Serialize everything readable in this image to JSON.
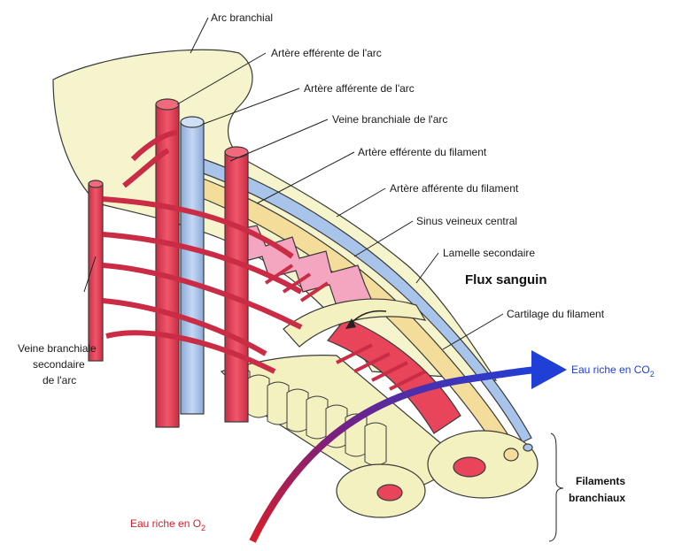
{
  "diagram": {
    "labels": {
      "arc_branchial": "Arc branchial",
      "artere_efferente_arc": "Artère efférente de l'arc",
      "artere_afferente_arc": "Artère afférente de l'arc",
      "veine_branchiale_arc": "Veine branchiale de l'arc",
      "artere_efferente_filament": "Artère efférente du filament",
      "artere_afferente_filament": "Artère afférente du filament",
      "sinus_veineux_central": "Sinus veineux central",
      "lamelle_secondaire": "Lamelle secondaire",
      "flux_sanguin": "Flux sanguin",
      "cartilage_filament": "Cartilage du filament",
      "veine_secondaire_l1": "Veine branchiale",
      "veine_secondaire_l2": "secondaire",
      "veine_secondaire_l3": "de l'arc",
      "eau_co2_prefix": "Eau riche en CO",
      "eau_co2_sub": "2",
      "eau_o2_prefix": "Eau riche en O",
      "eau_o2_sub": "2",
      "filaments_l1": "Filaments",
      "filaments_l2": "branchiaux"
    },
    "colors": {
      "arc_fill": "#f6f4cc",
      "artery_red": "#e8445a",
      "vein_blue": "#a8c4ea",
      "cartilage_yellow": "#f4dc9a",
      "sinus_pink": "#f4a6c0",
      "co2_arrow": "#1f3fd6",
      "o2_arrow": "#d61f2a"
    }
  }
}
